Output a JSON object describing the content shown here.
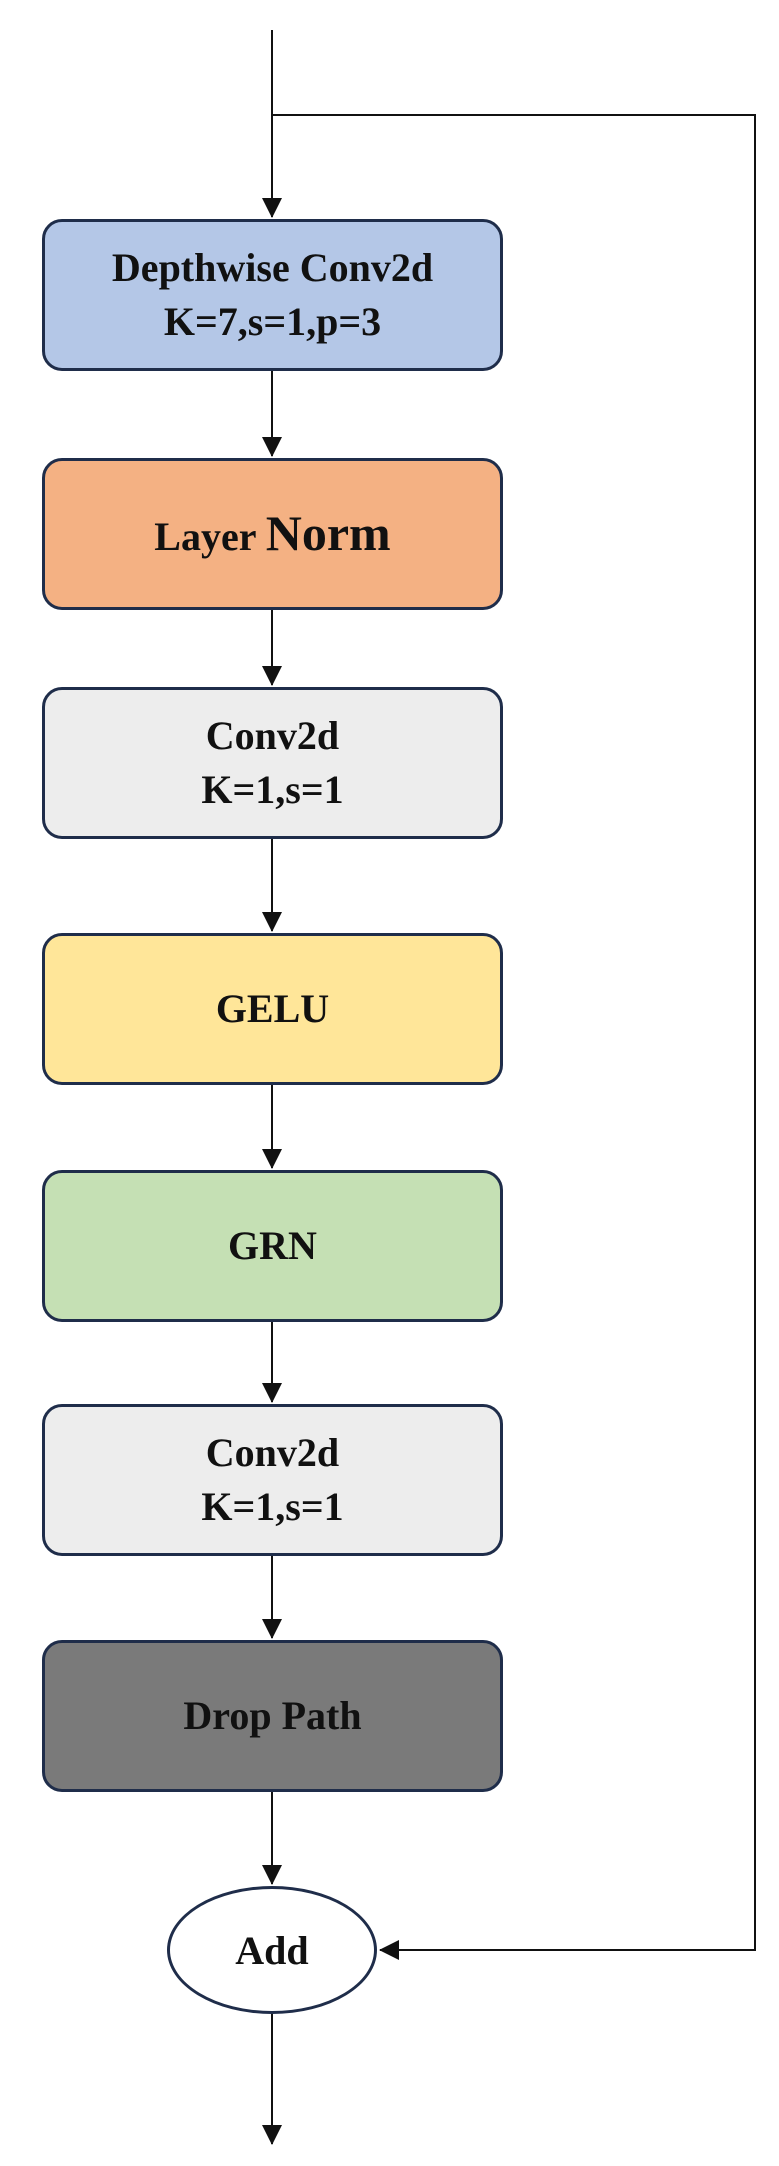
{
  "diagram": {
    "blocks": [
      {
        "id": "depthwise",
        "lines": [
          "Depthwise Conv2d",
          "K=7,s=1,p=3"
        ],
        "color": "#b4c7e7"
      },
      {
        "id": "layernorm",
        "lines": [
          "Layer",
          "Norm"
        ],
        "color": "#f4b183"
      },
      {
        "id": "conv1",
        "lines": [
          "Conv2d",
          "K=1,s=1"
        ],
        "color": "#ededed"
      },
      {
        "id": "gelu",
        "lines": [
          "GELU"
        ],
        "color": "#ffe699"
      },
      {
        "id": "grn",
        "lines": [
          "GRN"
        ],
        "color": "#c5e0b4"
      },
      {
        "id": "conv2",
        "lines": [
          "Conv2d",
          "K=1,s=1"
        ],
        "color": "#ededed"
      },
      {
        "id": "drop",
        "lines": [
          "Drop Path"
        ],
        "color": "#7a7a7a"
      }
    ],
    "add_node": {
      "label": "Add"
    },
    "edges": [
      {
        "from": "input",
        "to": "depthwise"
      },
      {
        "from": "depthwise",
        "to": "layernorm"
      },
      {
        "from": "layernorm",
        "to": "conv1"
      },
      {
        "from": "conv1",
        "to": "gelu"
      },
      {
        "from": "gelu",
        "to": "grn"
      },
      {
        "from": "grn",
        "to": "conv2"
      },
      {
        "from": "conv2",
        "to": "drop"
      },
      {
        "from": "drop",
        "to": "add"
      },
      {
        "from": "add",
        "to": "output"
      },
      {
        "from": "input",
        "to": "add",
        "type": "residual-skip"
      }
    ],
    "colors": {
      "border": "#1f2d4a",
      "wire": "#111111"
    }
  }
}
